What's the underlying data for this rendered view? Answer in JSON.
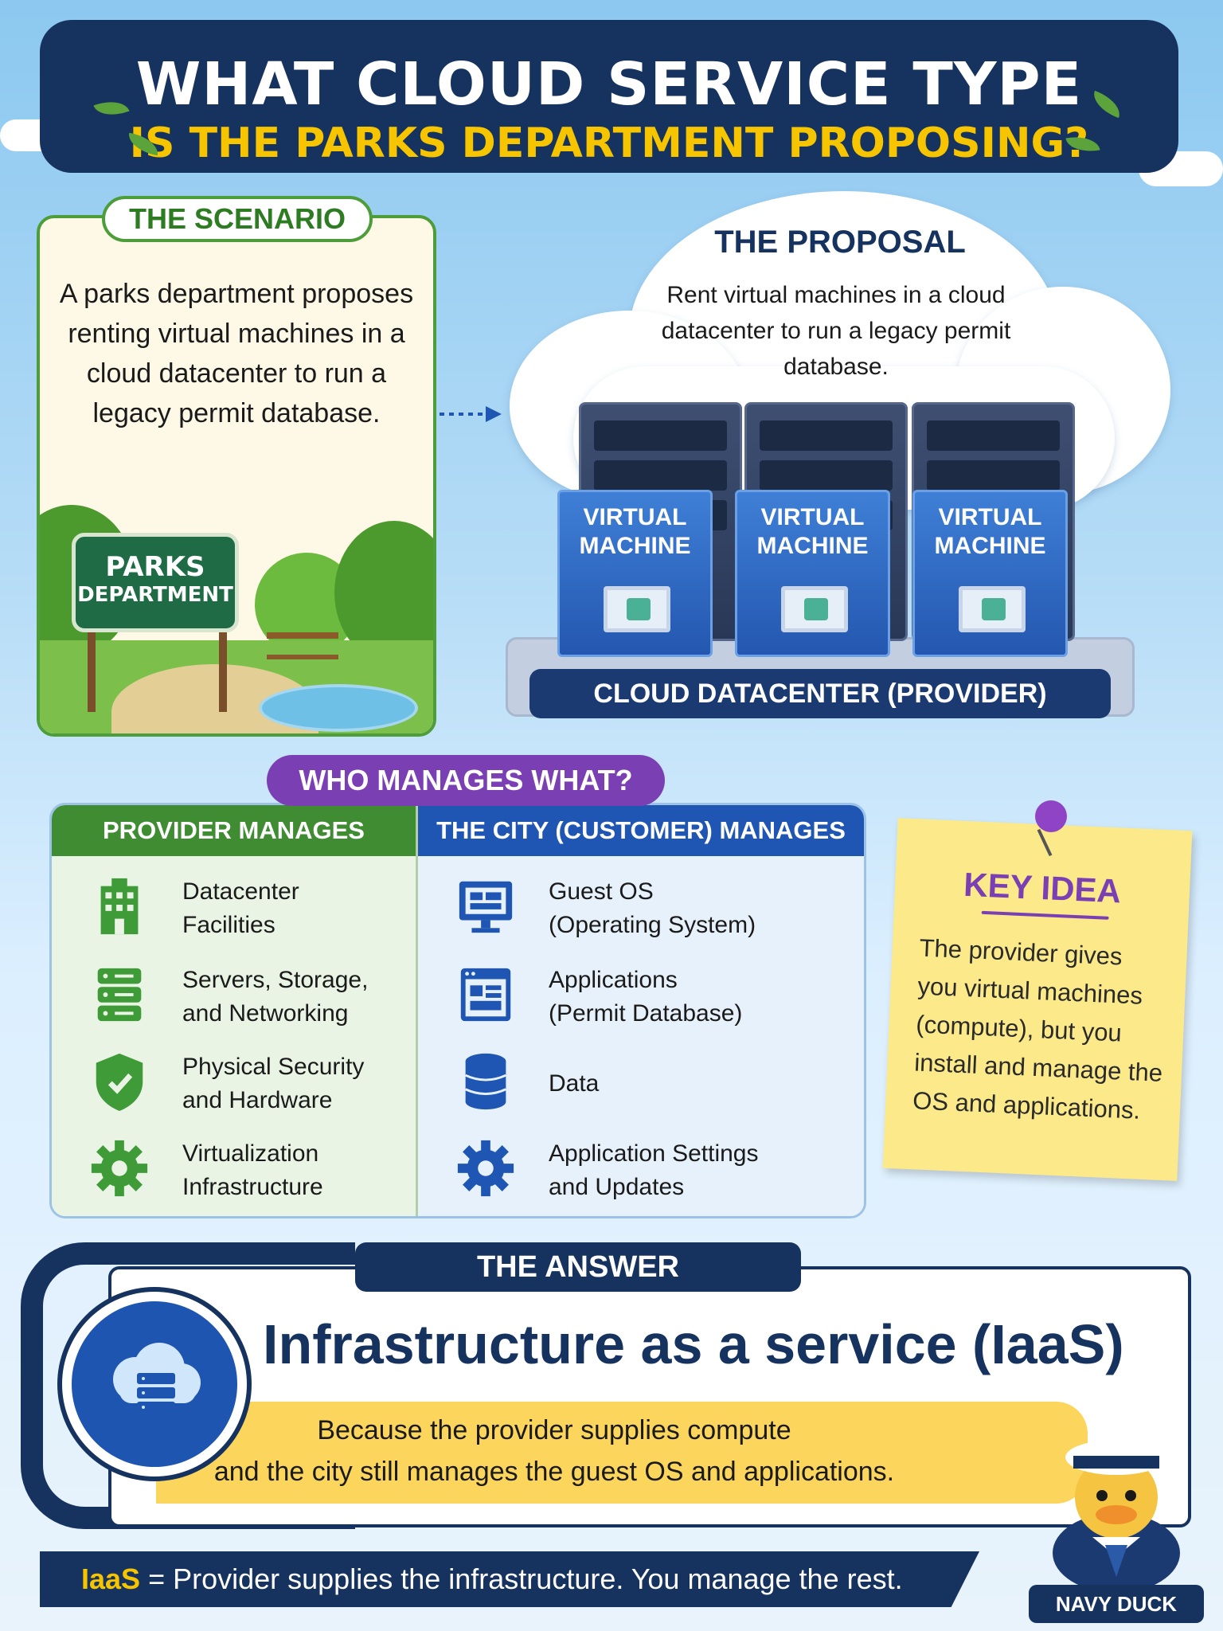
{
  "header": {
    "title_line1": "WHAT CLOUD SERVICE TYPE",
    "title_line2": "IS THE PARKS DEPARTMENT PROPOSING?"
  },
  "scenario": {
    "tag": "THE SCENARIO",
    "text": "A parks department proposes renting virtual machines in a cloud datacenter to run a legacy permit database.",
    "sign_line1": "PARKS",
    "sign_line2": "DEPARTMENT"
  },
  "proposal": {
    "title": "THE PROPOSAL",
    "text": "Rent virtual machines in a cloud datacenter to run a legacy permit database.",
    "vm_line1": "VIRTUAL",
    "vm_line2": "MACHINE",
    "datacenter_label": "CLOUD DATACENTER (PROVIDER)"
  },
  "who_manages": {
    "tag": "WHO MANAGES WHAT?",
    "provider": {
      "heading": "PROVIDER MANAGES",
      "items": [
        {
          "line1": "Datacenter",
          "line2": "Facilities",
          "icon": "building-icon"
        },
        {
          "line1": "Servers, Storage,",
          "line2": "and Networking",
          "icon": "server-icon"
        },
        {
          "line1": "Physical Security",
          "line2": "and Hardware",
          "icon": "shield-icon"
        },
        {
          "line1": "Virtualization",
          "line2": "Infrastructure",
          "icon": "gear-icon"
        }
      ]
    },
    "customer": {
      "heading": "THE CITY (CUSTOMER) MANAGES",
      "items": [
        {
          "line1": "Guest OS",
          "line2": "(Operating System)",
          "icon": "monitor-icon"
        },
        {
          "line1": "Applications",
          "line2": "(Permit Database)",
          "icon": "app-window-icon"
        },
        {
          "line1": "Data",
          "line2": "",
          "icon": "database-icon"
        },
        {
          "line1": "Application Settings",
          "line2": "and Updates",
          "icon": "gear-icon"
        }
      ]
    }
  },
  "key_idea": {
    "title": "KEY IDEA",
    "text": "The provider gives you virtual machines (compute), but you install and manage the OS and applications."
  },
  "answer": {
    "tag": "THE ANSWER",
    "title": "Infrastructure as a service (IaaS)",
    "sub_line1": "Because the provider supplies compute",
    "sub_line2": "and the city still manages the guest OS and applications."
  },
  "footer": {
    "highlight": "IaaS",
    "text": " = Provider supplies the infrastructure. You manage the rest.",
    "mascot_label": "NAVY DUCK"
  },
  "colors": {
    "navy": "#16335f",
    "green": "#3f8c33",
    "blue": "#1f56b3",
    "purple": "#7b3fb4",
    "yellow": "#f6c500"
  }
}
